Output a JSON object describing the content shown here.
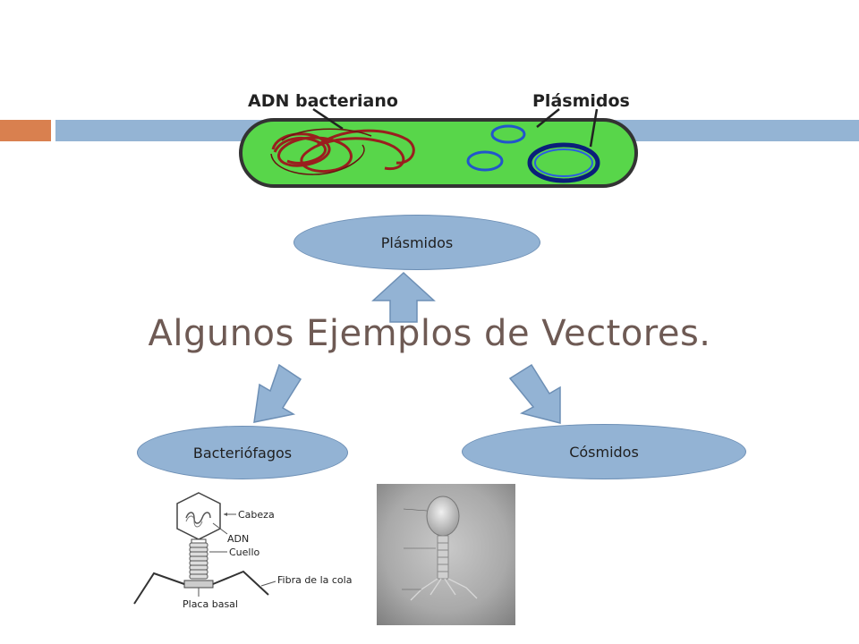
{
  "slide": {
    "title": "Algunos Ejemplos de Vectores."
  },
  "bacteria_figure": {
    "label_dna": "ADN bacteriano",
    "label_plasmids": "Plásmidos"
  },
  "nodes": {
    "plasmidos": "Plásmidos",
    "bacteriofagos": "Bacteriófagos",
    "cosmidos": "Cósmidos"
  },
  "phage_figure": {
    "labels": [
      "Cabeza",
      "ADN",
      "Cuello",
      "Fibra de la cola",
      "Placa basal"
    ]
  },
  "colors": {
    "accent_orange": "#d9804f",
    "accent_blue": "#94b4d4",
    "node_fill": "#93b3d4",
    "title_color": "#6e5a54",
    "bacteria_fill": "#58d64a"
  }
}
